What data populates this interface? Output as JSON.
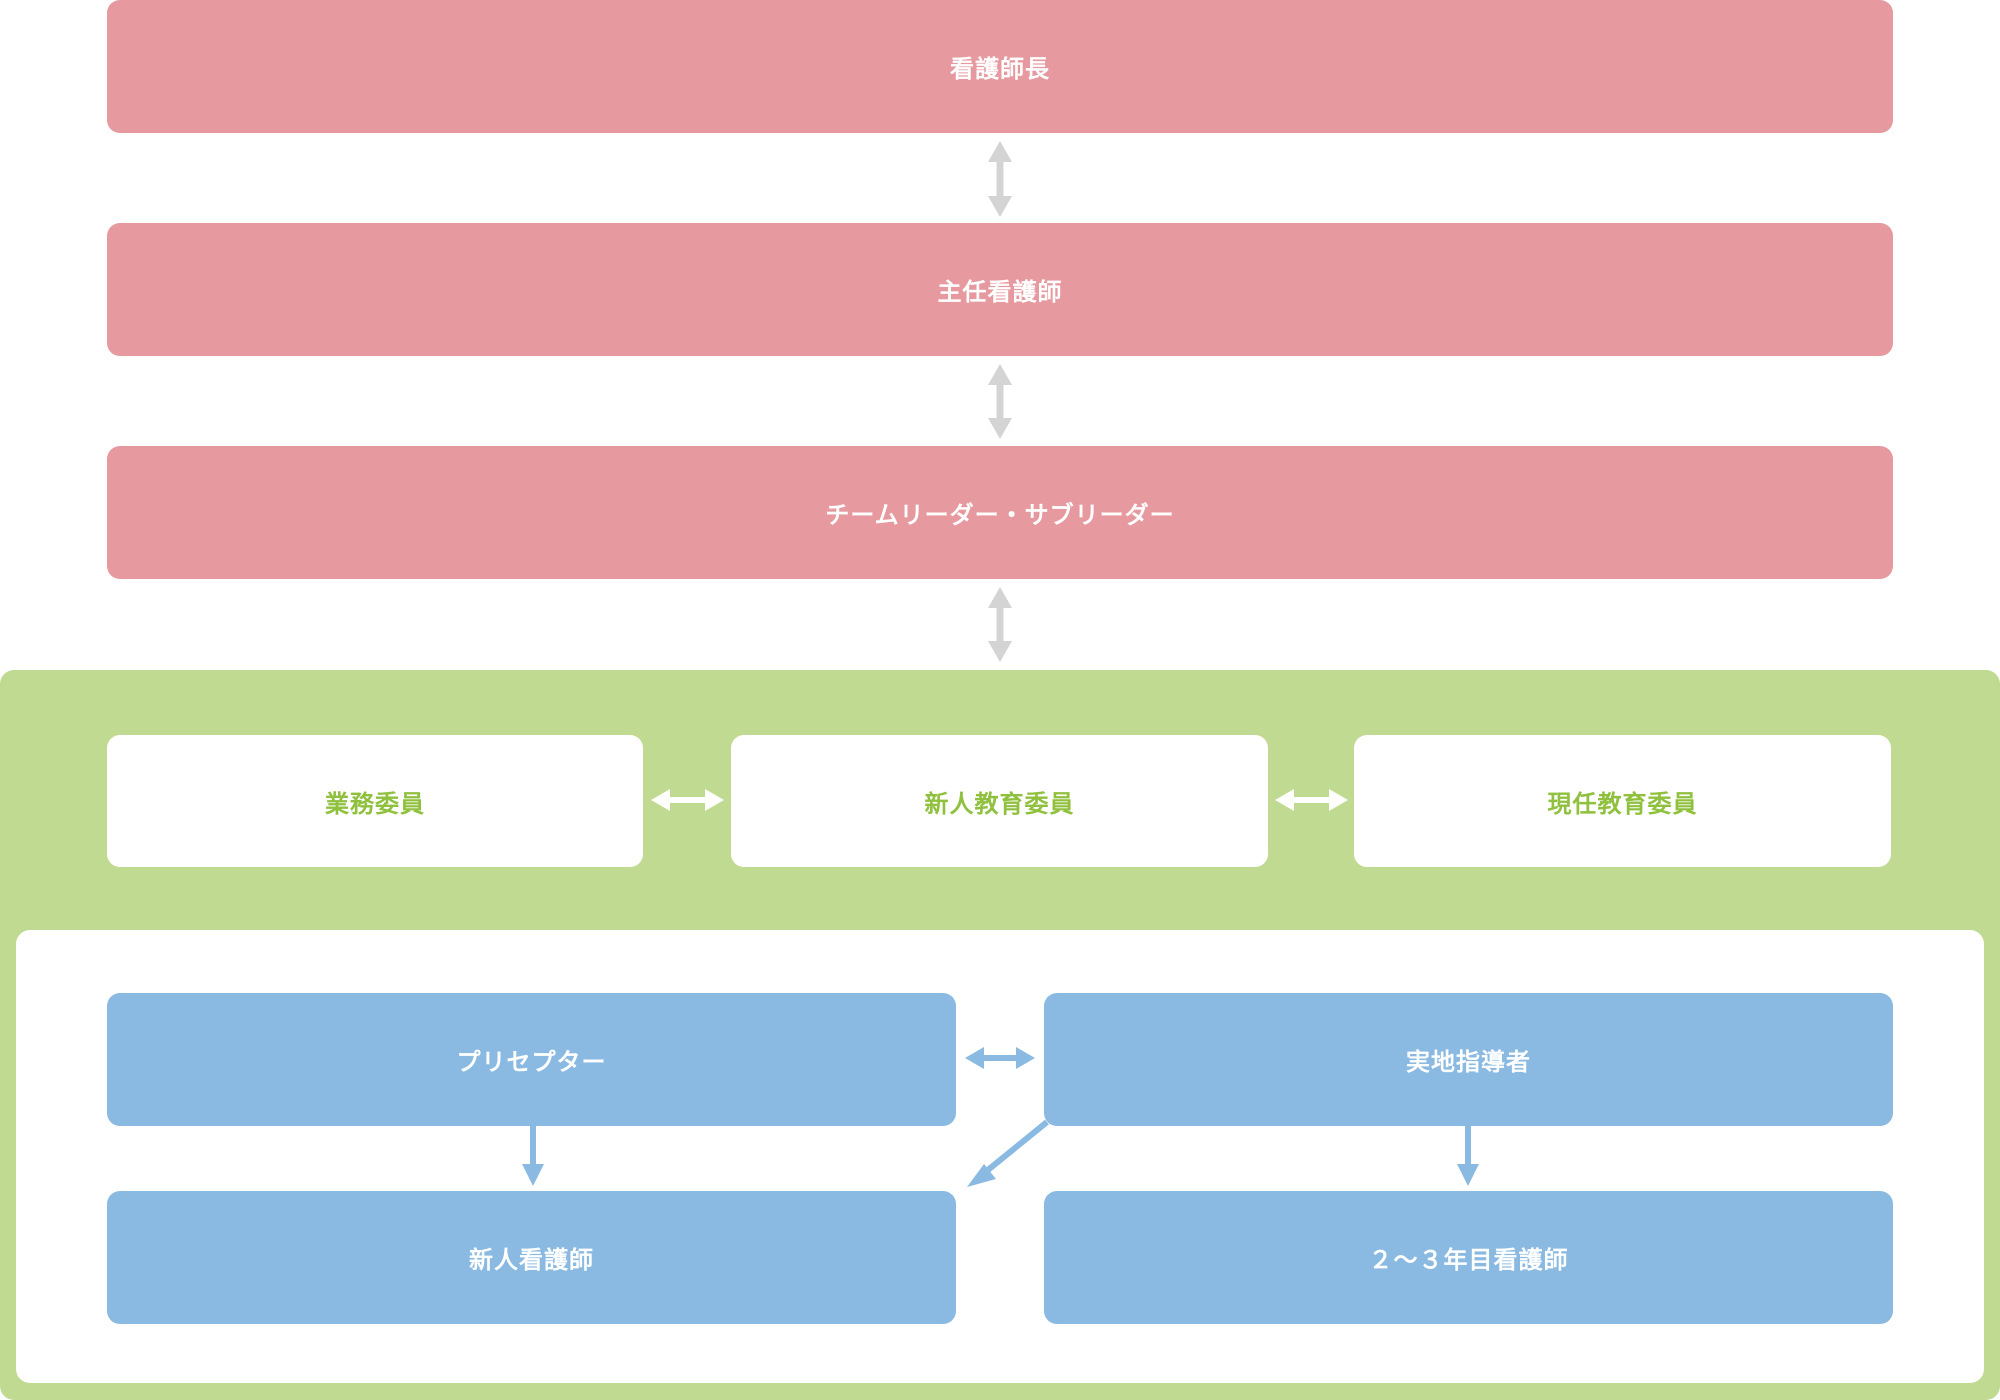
{
  "hierarchy": {
    "head_nurse": "看護師長",
    "chief_nurse": "主任看護師",
    "team_leader": "チームリーダー・サブリーダー"
  },
  "committees": {
    "operations": "業務委員",
    "new_staff_education": "新人教育委員",
    "current_staff_education": "現任教育委員"
  },
  "mentoring": {
    "preceptor": "プリセプター",
    "clinical_instructor": "実地指導者",
    "new_nurse": "新人看護師",
    "second_third_year_nurse": "２～３年目看護師"
  },
  "colors": {
    "pink": "#e6999f",
    "green": "#c1da92",
    "green_text": "#8fc03e",
    "blue": "#8abae2",
    "gray_arrow": "#d4d4d4",
    "white": "#ffffff"
  }
}
